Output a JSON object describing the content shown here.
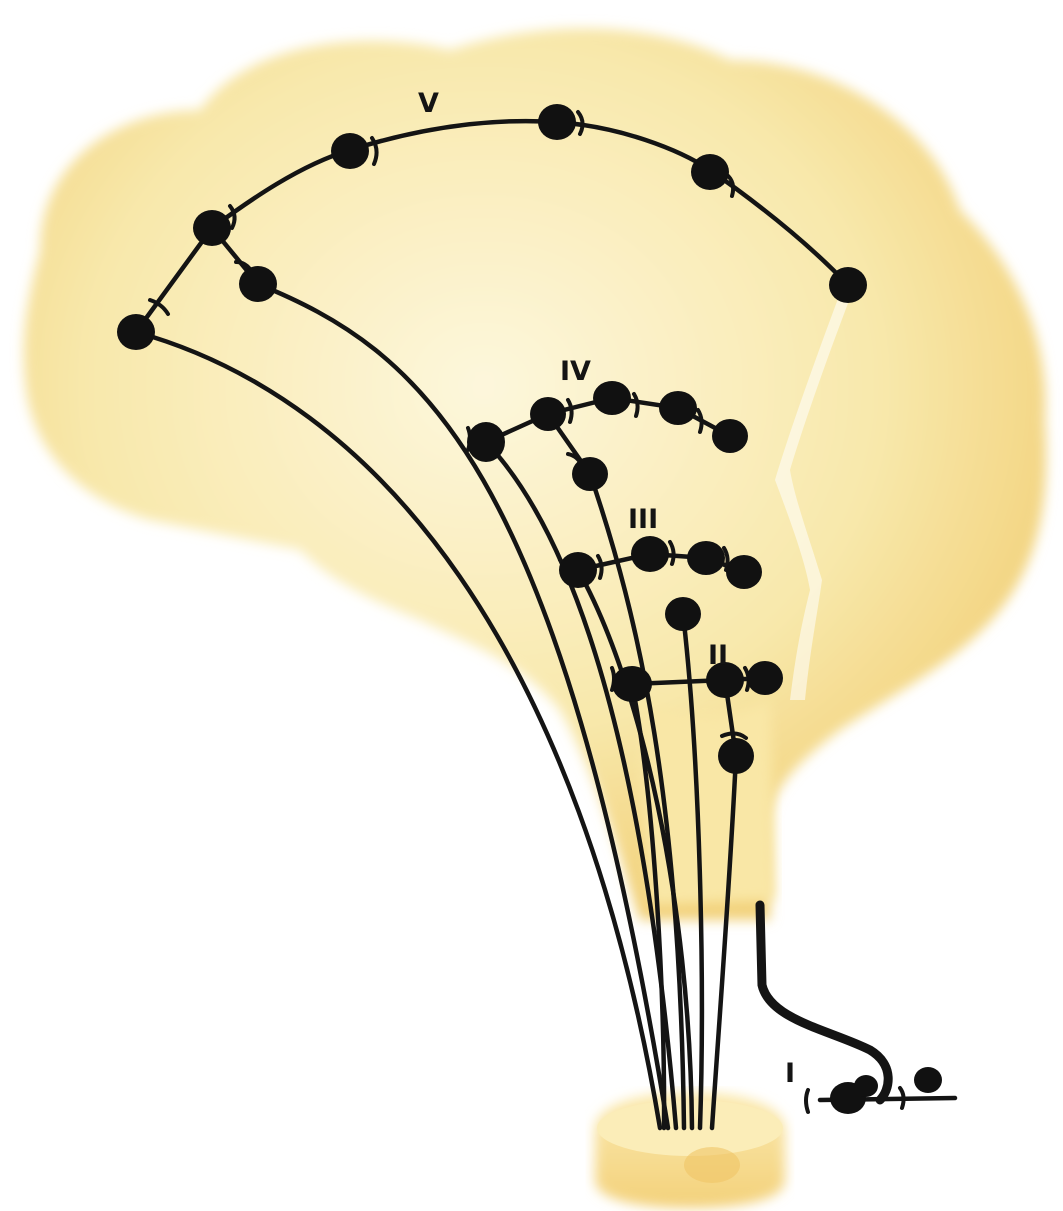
{
  "diagram": {
    "levels": [
      {
        "id": "V",
        "label": "V"
      },
      {
        "id": "IV",
        "label": "IV"
      },
      {
        "id": "III",
        "label": "III"
      },
      {
        "id": "II",
        "label": "II"
      },
      {
        "id": "I",
        "label": "I"
      }
    ],
    "colors": {
      "brain": "#f7e6a4",
      "brain_core": "#fdf5d6",
      "spinal_cord": "#f6dd8a",
      "ink": "#141414"
    }
  }
}
